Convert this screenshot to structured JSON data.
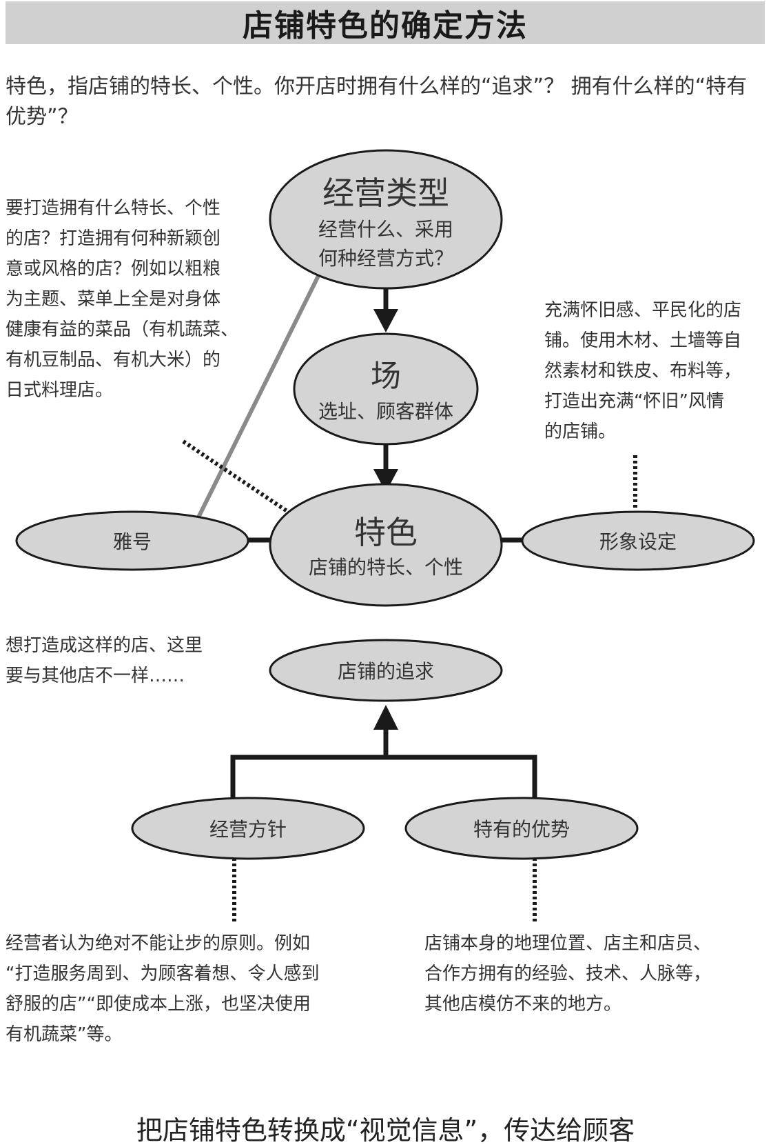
{
  "title": "店铺特色的确定方法",
  "intro": "特色，指店铺的特长、个性。你开店时拥有什么样的“追求”？ 拥有什么样的“特有优势”？",
  "nodes": {
    "business_type": {
      "title": "经营类型",
      "line1": "经营什么、采用",
      "line2": "何种经营方式？"
    },
    "place": {
      "title": "场",
      "sub": "选址、顾客群体"
    },
    "feature": {
      "title": "特色",
      "sub": "店铺的特长、个性"
    },
    "nickname": {
      "title": "雅号"
    },
    "image_setting": {
      "title": "形象设定"
    },
    "pursuit": {
      "title": "店铺的追求"
    },
    "policy": {
      "title": "经营方针"
    },
    "advantage": {
      "title": "特有的优势"
    }
  },
  "notes": {
    "left_top": [
      "要打造拥有什么特长、个性",
      "的店？打造拥有何种新颖创",
      "意或风格的店？例如以粗粮",
      "为主题、菜单上全是对身体",
      "健康有益的菜品（有机蔬菜、",
      "有机豆制品、有机大米）的",
      "日式料理店。"
    ],
    "right_top": [
      "充满怀旧感、平民化的店",
      "铺。使用木材、土墙等自",
      "然素材和铁皮、布料等，",
      "打造出充满“怀旧”风情",
      "的店铺。"
    ],
    "left_mid": [
      "想打造成这样的店、这里",
      "要与其他店不一样……"
    ],
    "left_bottom": [
      "经营者认为绝对不能让步的原则。例如",
      "“打造服务周到、为顾客着想、令人感到",
      "舒服的店”“即使成本上涨，也坚决使用",
      "有机蔬菜”等。"
    ],
    "right_bottom": [
      "店铺本身的地理位置、店主和店员、",
      "合作方拥有的经验、技术、人脉等，",
      "其他店模仿不来的地方。"
    ]
  },
  "footer": "把店铺特色转换成“视觉信息”，传达给顾客",
  "colors": {
    "ellipse_fill": "#d4d4d4",
    "title_bar": "#d0d0d0",
    "line": "#1a1a1a",
    "gray_line": "#8a8a8a"
  }
}
